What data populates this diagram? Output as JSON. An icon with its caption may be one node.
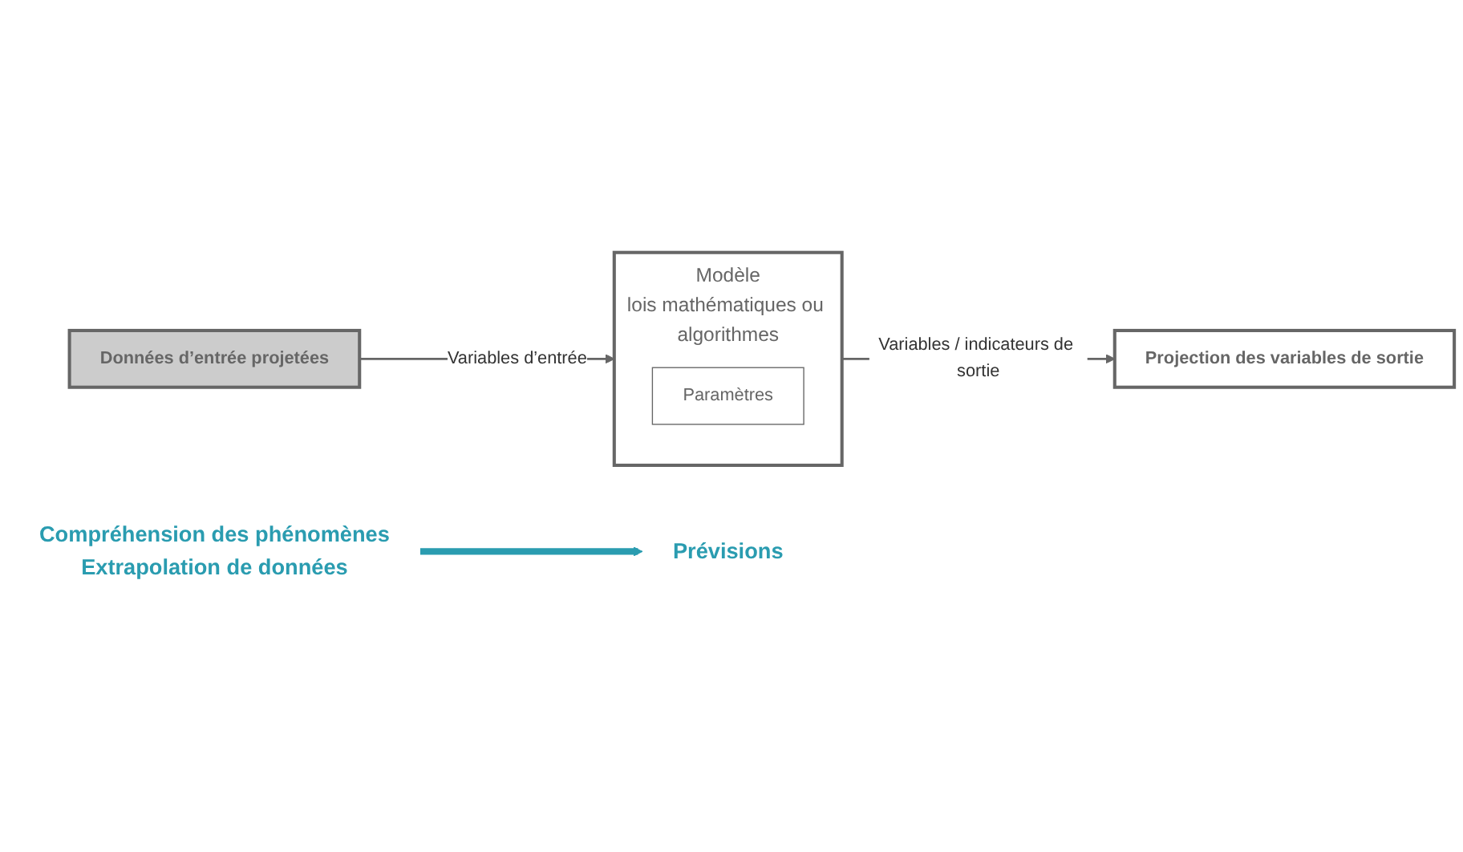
{
  "diagram": {
    "nodes": [
      {
        "text": [
          "Compréhension des phénomènes",
          "Extrapolation de données"
        ]
      },
      {
        "text": [
          "Prévisions"
        ]
      },
      {
        "text": [
          "Données d’entrée projetées"
        ]
      },
      {
        "text": [
          "Modèle",
          "lois mathématiques ou algorithmes"
        ]
      },
      {
        "text": [
          "Paramètres"
        ],
        "in": 3
      },
      {
        "text": [
          "Projection des variables de sortie"
        ]
      }
    ],
    "edges": [
      {
        "from": 0,
        "to": 1,
        "arrow": "to",
        "style": "thick",
        "color": "#2a9cb0"
      },
      {
        "from": 2,
        "to": 3,
        "label": "Variables d’entrée",
        "arrow": "to"
      },
      {
        "from": 3,
        "to": 5,
        "label": "Variables / indicateurs de sortie",
        "arrow": "to"
      }
    ]
  }
}
